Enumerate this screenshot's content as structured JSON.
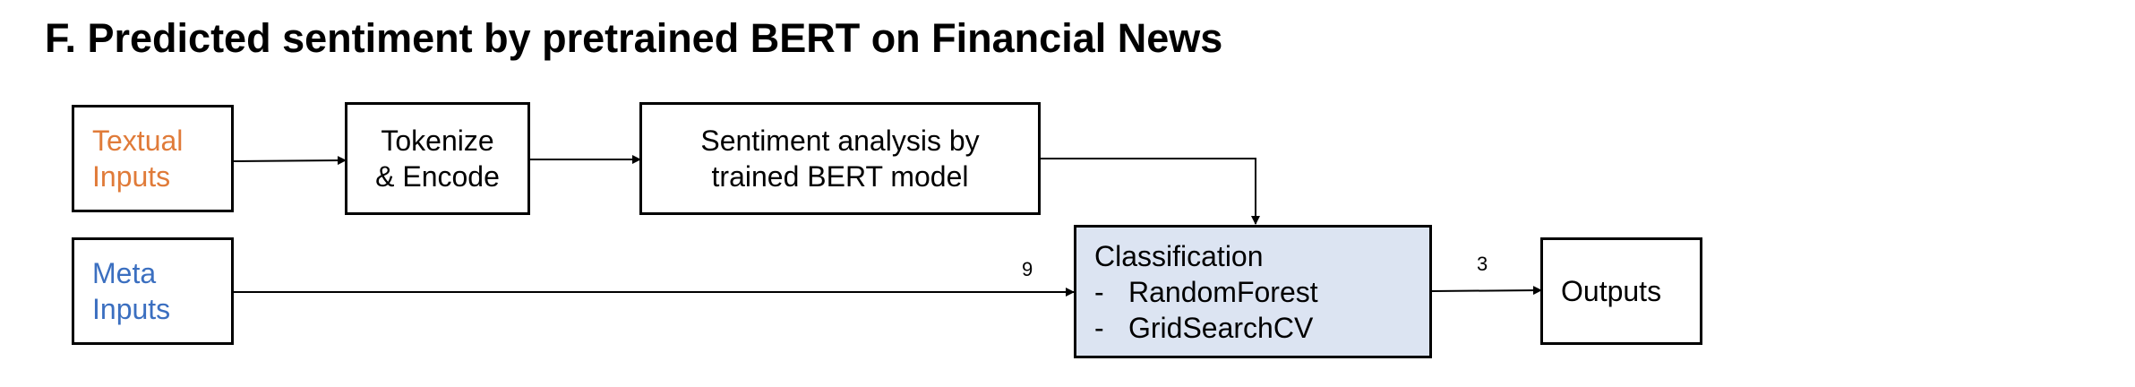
{
  "title": "F. Predicted sentiment by pretrained BERT on Financial News",
  "colors": {
    "textual_inputs": "#E07B39",
    "meta_inputs": "#3B6FC0",
    "classification_fill": "#DCE4F2",
    "border": "#000000"
  },
  "nodes": {
    "textual_inputs": {
      "line1": "Textual",
      "line2": "Inputs"
    },
    "meta_inputs": {
      "line1": "Meta",
      "line2": "Inputs"
    },
    "tokenize": {
      "line1": "Tokenize",
      "line2": "& Encode"
    },
    "sentiment": {
      "line1": "Sentiment analysis by",
      "line2": "trained BERT model"
    },
    "classification": {
      "heading": "Classification",
      "bullet": "-",
      "item1": "RandomForest",
      "item2": "GridSearchCV"
    },
    "outputs": {
      "label": "Outputs"
    }
  },
  "edge_labels": {
    "meta_to_classification": "9",
    "classification_to_outputs": "3"
  }
}
